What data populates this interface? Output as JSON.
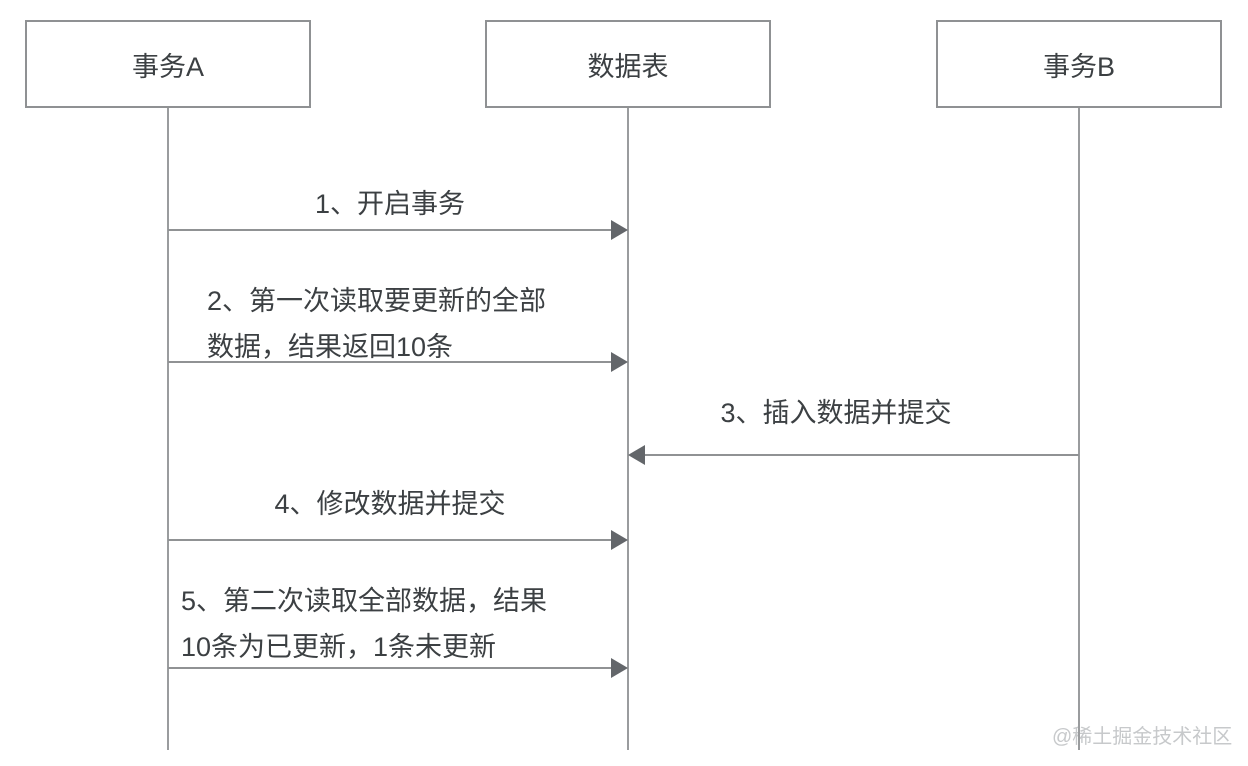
{
  "diagram": {
    "type": "sequence-diagram",
    "actors": [
      {
        "id": "transaction-a",
        "label": "事务A"
      },
      {
        "id": "data-table",
        "label": "数据表"
      },
      {
        "id": "transaction-b",
        "label": "事务B"
      }
    ],
    "messages": [
      {
        "seq": "1",
        "from": "transaction-a",
        "to": "data-table",
        "label": "1、开启事务"
      },
      {
        "seq": "2",
        "from": "transaction-a",
        "to": "data-table",
        "label": "2、第一次读取要更新的全部数据，结果返回10条",
        "lines": [
          "2、第一次读取要更新的全部",
          "数据，结果返回10条"
        ]
      },
      {
        "seq": "3",
        "from": "transaction-b",
        "to": "data-table",
        "label": "3、插入数据并提交"
      },
      {
        "seq": "4",
        "from": "transaction-a",
        "to": "data-table",
        "label": "4、修改数据并提交"
      },
      {
        "seq": "5",
        "from": "transaction-a",
        "to": "data-table",
        "label": "5、第二次读取全部数据，结果10条为已更新，1条未更新",
        "lines": [
          "5、第二次读取全部数据，结果",
          "10条为已更新，1条未更新"
        ]
      }
    ],
    "watermark": "@稀土掘金技术社区",
    "colors": {
      "background": "#ffffff",
      "box_border": "#8f9193",
      "lifeline": "#9a9c9e",
      "arrow_line": "#909294",
      "arrowhead": "#63666a",
      "text": "#3c4043",
      "watermark_text": "#c7c9cb"
    }
  }
}
